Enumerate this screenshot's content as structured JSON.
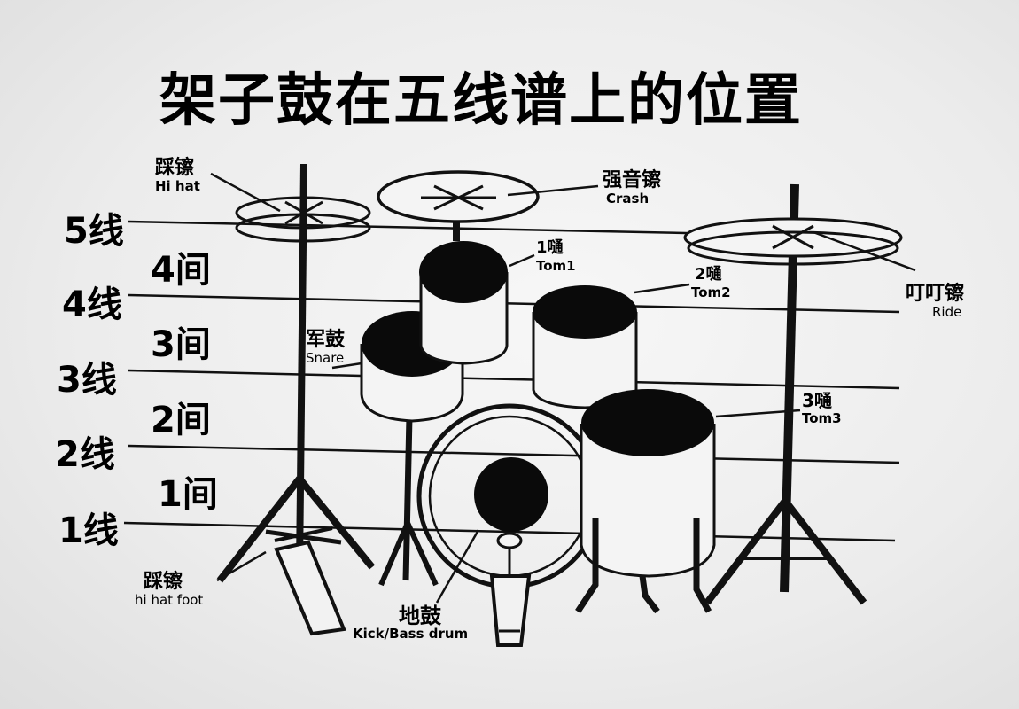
{
  "title": "架子鼓在五线谱上的位置",
  "staff": {
    "lines": [
      "5线",
      "4线",
      "3线",
      "2线",
      "1线"
    ],
    "spaces": [
      "4间",
      "3间",
      "2间",
      "1间"
    ]
  },
  "parts": {
    "hihat": {
      "cn": "踩镲",
      "en": "Hi hat"
    },
    "crash": {
      "cn": "强音镲",
      "en": "Crash"
    },
    "tom1": {
      "cn": "1嗵",
      "en": "Tom1"
    },
    "tom2": {
      "cn": "2嗵",
      "en": "Tom2"
    },
    "ride": {
      "cn": "叮叮镲",
      "en": "Ride"
    },
    "snare": {
      "cn": "军鼓",
      "en": "Snare"
    },
    "tom3": {
      "cn": "3嗵",
      "en": "Tom3"
    },
    "hihat_foot": {
      "cn": "踩镲",
      "en": "hi hat foot"
    },
    "kick": {
      "cn": "地鼓",
      "en": "Kick/Bass drum"
    }
  }
}
